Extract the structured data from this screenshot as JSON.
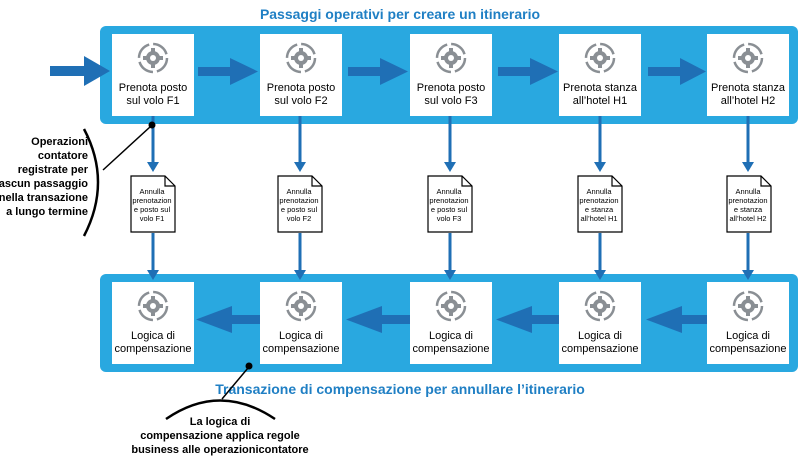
{
  "diagram": {
    "top_title": "Passaggi operativi per creare un itinerario",
    "bottom_title": "Transazione di compensazione per annullare l’itinerario",
    "steps": [
      {
        "line1": "Prenota posto",
        "line2": "sul volo F1"
      },
      {
        "line1": "Prenota posto",
        "line2": "sul volo F2"
      },
      {
        "line1": "Prenota posto",
        "line2": "sul volo F3"
      },
      {
        "line1": "Prenota stanza",
        "line2": "all’hotel H1"
      },
      {
        "line1": "Prenota stanza",
        "line2": "all’hotel H2"
      }
    ],
    "undo_docs": [
      [
        "Annulla",
        "prenotazion",
        "e posto sul",
        "volo F1"
      ],
      [
        "Annulla",
        "prenotazion",
        "e posto sul",
        "volo F2"
      ],
      [
        "Annulla",
        "prenotazion",
        "e posto sul",
        "volo F3"
      ],
      [
        "Annulla",
        "prenotazion",
        "e stanza",
        "all’hotel H1"
      ],
      [
        "Annulla",
        "prenotazion",
        "e stanza",
        "all’hotel H2"
      ]
    ],
    "compensation_boxes": [
      {
        "line1": "Logica di",
        "line2": "compensazione"
      },
      {
        "line1": "Logica di",
        "line2": "compensazione"
      },
      {
        "line1": "Logica di",
        "line2": "compensazione"
      },
      {
        "line1": "Logica di",
        "line2": "compensazione"
      },
      {
        "line1": "Logica di",
        "line2": "compensazione"
      }
    ],
    "left_note": [
      "Operazioni",
      "contatore",
      "registrate per",
      "ciascun passaggio",
      "nella transazione",
      "a lungo termine"
    ],
    "bottom_note": [
      "La logica di",
      "compensazione applica regole",
      "business alle operazionicontatore"
    ],
    "colors": {
      "band": "#29a8e0",
      "arrow": "#1f6fb5",
      "title": "#1f7fc4",
      "gear": "#8a8f94"
    }
  }
}
